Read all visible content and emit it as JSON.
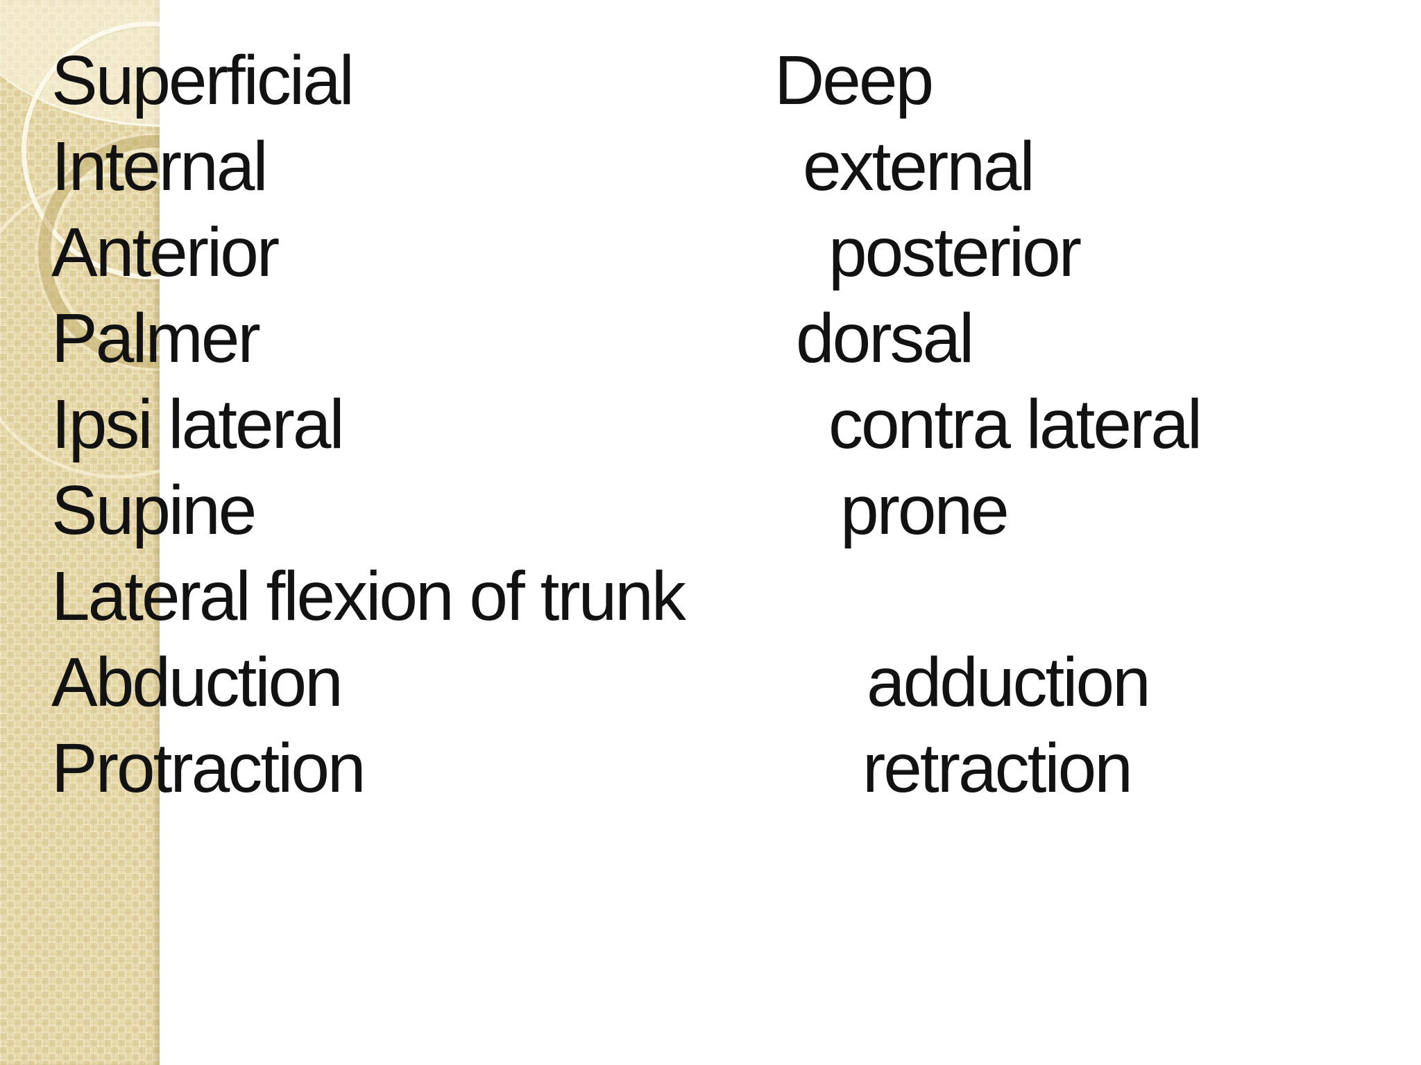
{
  "slide": {
    "background_color": "#ffffff",
    "text_color": "#121212",
    "sidebar": {
      "base_color": "#e9dcb0",
      "pattern_color": "#d0bc7e",
      "highlight_color": "#fdf9ea",
      "ring_color": "#beaa69"
    },
    "rows": [
      {
        "left": "Superficial",
        "right": "Deep"
      },
      {
        "left": "Internal",
        "right": "external"
      },
      {
        "left": "Anterior",
        "right": "posterior"
      },
      {
        "left": "Palmer",
        "right": "dorsal"
      },
      {
        "left": "Ipsi lateral",
        "right": "contra lateral"
      },
      {
        "left": "Supine",
        "right": "prone"
      },
      {
        "left": "Lateral flexion of trunk",
        "right": ""
      },
      {
        "left": "Abduction",
        "right": "adduction"
      },
      {
        "left": "Protraction",
        "right": "retraction"
      }
    ]
  }
}
